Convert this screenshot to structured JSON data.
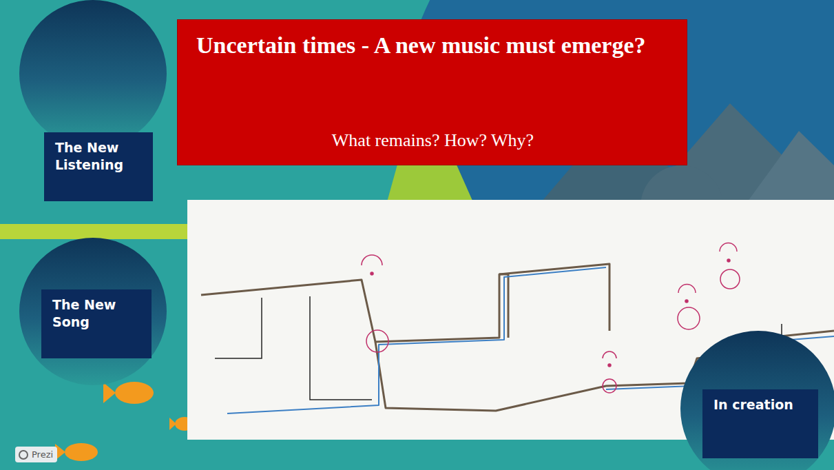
{
  "diagram": {
    "nodes": [
      {
        "text": [
          "The New Listening"
        ]
      },
      {
        "text": [
          "Uncertain times - A new music must emerge?",
          "What remains? How? Why?"
        ]
      },
      {
        "text": [
          "The New Song"
        ]
      },
      {
        "text": [
          "In creation"
        ]
      }
    ],
    "labels": [
      "Prezi"
    ]
  }
}
